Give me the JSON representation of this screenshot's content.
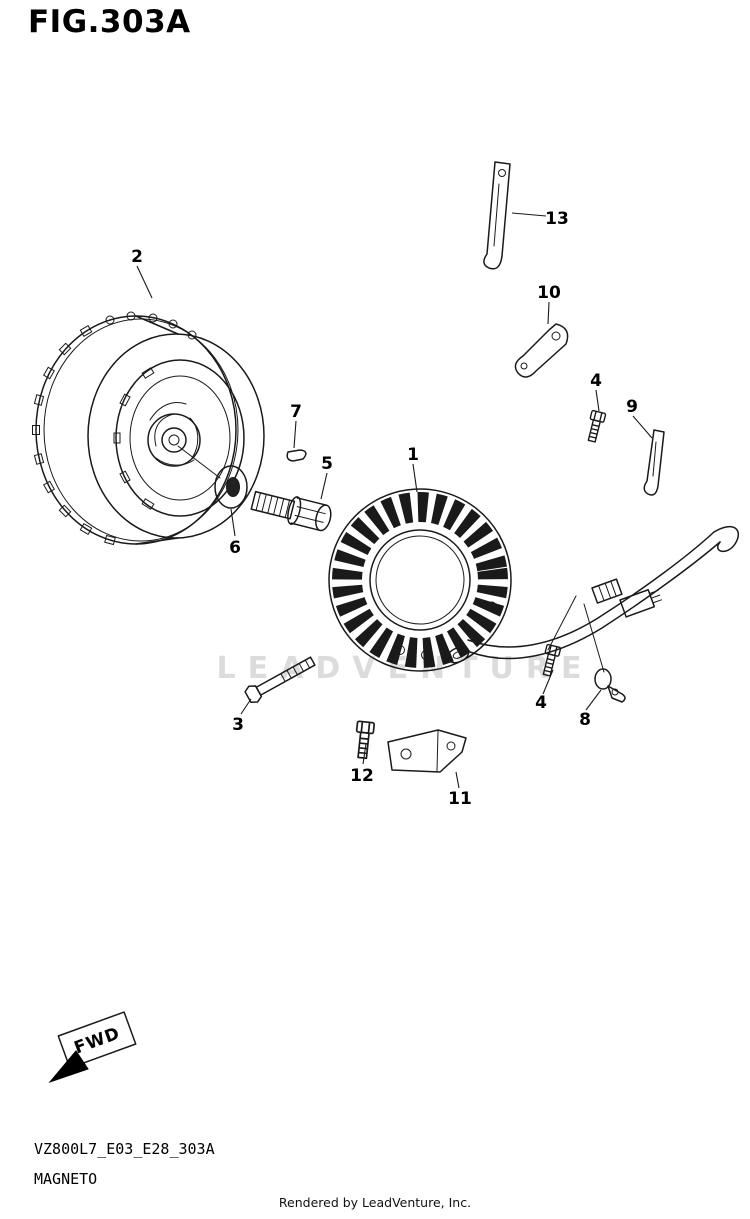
{
  "page": {
    "title": "FIG.303A",
    "watermark": "LEADVENTURE",
    "fwd_label": "FWD",
    "footer": {
      "part_code": "VZ800L7_E03_E28_303A",
      "part_name": "MAGNETO",
      "rendered_by": "Rendered by LeadVenture, Inc."
    }
  },
  "callouts": {
    "n1": "1",
    "n2": "2",
    "n3": "3",
    "n4a": "4",
    "n4b": "4",
    "n5": "5",
    "n6": "6",
    "n7": "7",
    "n8": "8",
    "n9": "9",
    "n10": "10",
    "n11": "11",
    "n12": "12",
    "n13": "13"
  }
}
